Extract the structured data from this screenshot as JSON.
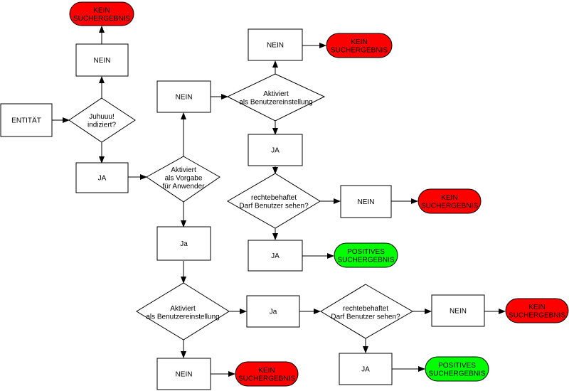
{
  "diagram": {
    "nodes": {
      "n_kein_top": "KEIN\nSUCHERGEBNIS",
      "n_nein_1": "NEIN",
      "n_entitaet": "ENTITÄT",
      "n_dec_indiziert": "Juhuuu!\nindiziert?",
      "n_ja_1": "JA",
      "n_dec_vorgabe": "Aktiviert\nals Vorgabe\nfür Anwender",
      "n_nein_2": "NEIN",
      "n_ja_2": "Ja",
      "n_dec_benutzer_top": "Aktiviert\nals Benutzereinstellung",
      "n_nein_3": "NEIN",
      "n_kein_2": "KEIN\nSUCHERGEBNIS",
      "n_ja_3": "JA",
      "n_dec_recht_top": "rechtebehaftet\nDarf Benutzer sehen?",
      "n_nein_4": "NEIN",
      "n_kein_3": "KEIN\nSUCHERGEBNIS",
      "n_ja_4": "JA",
      "n_pos_1": "POSITIVES\nSUCHERGEBNIS",
      "n_dec_benutzer_bottom": "Aktiviert\nals Benutzereinstellung",
      "n_ja_5": "Ja",
      "n_dec_recht_bottom": "rechtebehaftet\nDarf Benutzer sehen?",
      "n_nein_5": "NEIN",
      "n_kein_4": "KEIN\nSUCHERGEBNIS",
      "n_ja_6": "JA",
      "n_pos_2": "POSITIVES\nSUCHERGEBNIS",
      "n_nein_6": "NEIN",
      "n_kein_5": "KEIN\nSUCHERGEBNIS"
    },
    "colors": {
      "negative": "#ff0000",
      "positive": "#00ff00",
      "stroke": "#000000"
    }
  }
}
